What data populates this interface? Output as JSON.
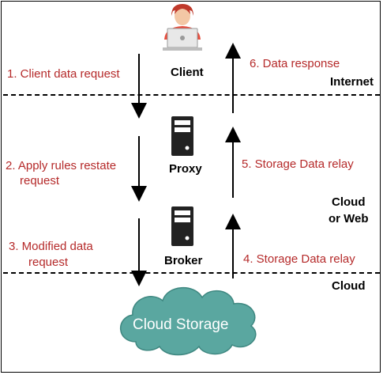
{
  "nodes": {
    "client": "Client",
    "proxy": "Proxy",
    "broker": "Broker",
    "cloud_storage": "Cloud Storage"
  },
  "zones": {
    "internet": "Internet",
    "cloud_or_web_line1": "Cloud",
    "cloud_or_web_line2": "or Web",
    "cloud": "Cloud"
  },
  "steps": {
    "s1": "1. Client data request",
    "s2_line1": "2. Apply rules restate",
    "s2_line2": "request",
    "s3_line1": "3. Modified data",
    "s3_line2": "request",
    "s4": "4. Storage Data relay",
    "s5": "5. Storage Data relay",
    "s6": "6. Data response"
  },
  "colors": {
    "step_text": "#b52a2a",
    "cloud_fill": "#5aa7a0",
    "server_fill": "#222222"
  },
  "icons": {
    "client": "person-with-laptop-icon",
    "proxy": "server-icon",
    "broker": "server-icon"
  }
}
